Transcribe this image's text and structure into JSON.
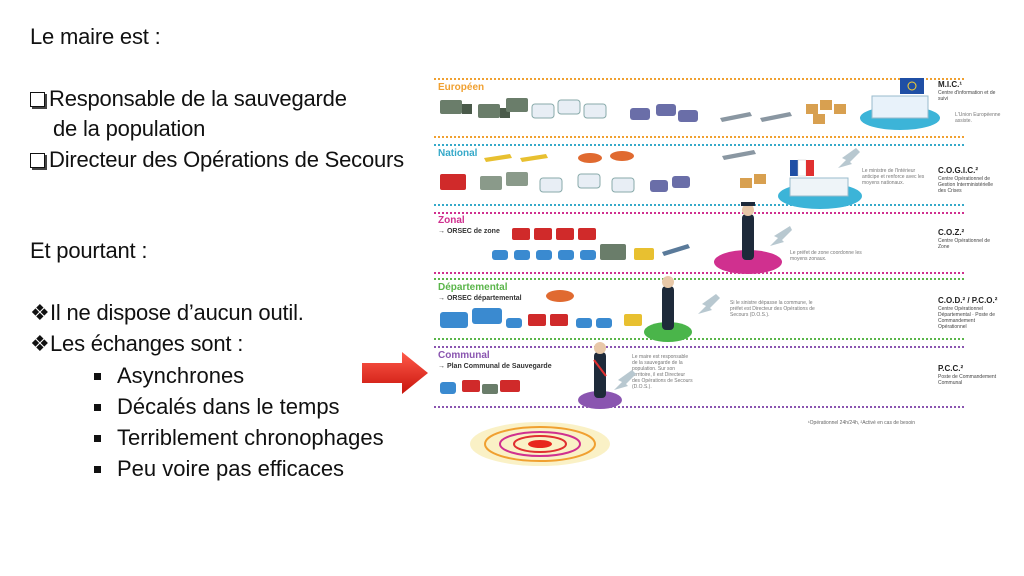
{
  "slide": {
    "intro": "Le maire est :",
    "roles": [
      "Responsable de la sauvegarde",
      "de la population",
      "Directeur des Opérations de Secours"
    ],
    "however": "Et pourtant :",
    "points": [
      "Il ne dispose d’aucun outil.",
      "Les échanges sont :"
    ],
    "sub_points": [
      "Asynchrones",
      "Décalés dans le temps",
      "Terriblement chronophages",
      "Peu voire pas efficaces"
    ]
  },
  "diagram": {
    "levels": [
      {
        "name": "Européen",
        "color": "#f0a030",
        "sub": "",
        "right_title": "M.I.C.¹",
        "right_sub": "Centre d'information et de suivi",
        "desc": "L'Union Européenne assiste."
      },
      {
        "name": "National",
        "color": "#35a9c9",
        "sub": "",
        "right_title": "C.O.G.I.C.²",
        "right_sub": "Centre Opérationnel de Gestion Interministérielle des Crises",
        "desc": "Le ministre de l'Intérieur anticipe et renforce avec les moyens nationaux."
      },
      {
        "name": "Zonal",
        "color": "#d0308f",
        "sub": "→ ORSEC de zone",
        "right_title": "C.O.Z.²",
        "right_sub": "Centre Opérationnel de Zone",
        "desc": "Le préfet de zone coordonne les moyens zonaux."
      },
      {
        "name": "Départemental",
        "color": "#5ab54a",
        "sub": "→ ORSEC départemental",
        "right_title": "C.O.D.² / P.C.O.²",
        "right_sub": "Centre Opérationnel Départemental · Poste de Commandement Opérationnel",
        "desc": "Si le sinistre dépasse la commune, le préfet est Directeur des Opérations de Secours (D.O.S.)."
      },
      {
        "name": "Communal",
        "color": "#8a55b0",
        "sub": "→ Plan Communal de Sauvegarde",
        "right_title": "P.C.C.²",
        "right_sub": "Poste de Commandement Communal",
        "desc": "Le maire est responsable de la sauvegarde de la population. Sur son territoire, il est Directeur des Opérations de Secours (D.O.S.)."
      }
    ],
    "footnote": "¹Opérationnel 24h/24h, ²Activé en cas de besoin",
    "flag_colors": [
      "#1f4fa5",
      "#ffffff",
      "#e03030"
    ],
    "arrow_color": "#e8241c"
  }
}
